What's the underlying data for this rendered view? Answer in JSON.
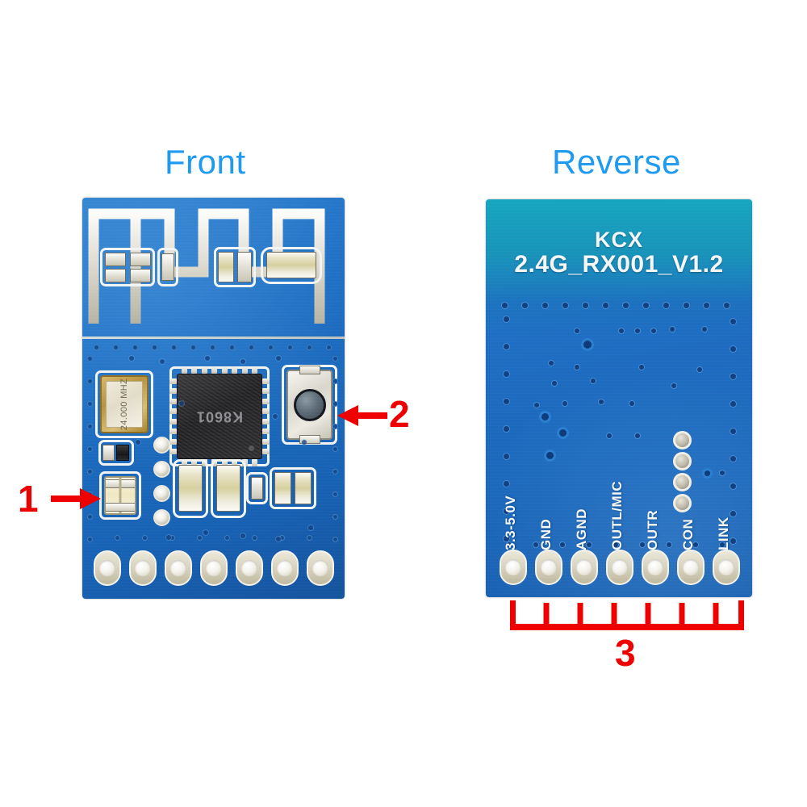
{
  "page": {
    "background_color": "#ffffff",
    "accent_caption_color": "#1e9bf0",
    "annotation_color": "#ee0000",
    "pcb_blue": "#1e6fc4",
    "pcb_teal": "#16a8be"
  },
  "views": [
    {
      "id": "front",
      "caption": "Front"
    },
    {
      "id": "reverse",
      "caption": "Reverse"
    }
  ],
  "front_board": {
    "caption": "Front",
    "ic": {
      "marking": "K8601",
      "package": "QFN"
    },
    "crystal": {
      "marking": "24.000 MHZ"
    },
    "edge_pad_count": 7,
    "ring_pad_count": 4,
    "components": [
      "pcb-meander-antenna",
      "rf-matching-network",
      "crystal-oscillator",
      "main-ic",
      "tactile-push-button",
      "status-led",
      "decoupling-capacitors",
      "output-coupling-capacitors"
    ]
  },
  "reverse_board": {
    "caption": "Reverse",
    "silkscreen": {
      "line1": "KCX",
      "line2": "2.4G_RX001_V1.2"
    },
    "pins": [
      {
        "index": 1,
        "label": "3.3-5.0V"
      },
      {
        "index": 2,
        "label": "GND"
      },
      {
        "index": 3,
        "label": "AGND"
      },
      {
        "index": 4,
        "label": "OUTL/MIC"
      },
      {
        "index": 5,
        "label": "OUTR"
      },
      {
        "index": 6,
        "label": "CON"
      },
      {
        "index": 7,
        "label": "LINK"
      }
    ],
    "test_pad_count": 4
  },
  "annotations": [
    {
      "id": "callout-1",
      "number": "1",
      "arrow": "arrow-right-icon",
      "target": "status-led",
      "view": "front"
    },
    {
      "id": "callout-2",
      "number": "2",
      "arrow": "arrow-left-icon",
      "target": "tactile-push-button",
      "view": "front"
    },
    {
      "id": "callout-3",
      "number": "3",
      "arrow": "bracket-icon",
      "target": "pin-header-row",
      "view": "reverse",
      "tick_count": 7
    }
  ]
}
